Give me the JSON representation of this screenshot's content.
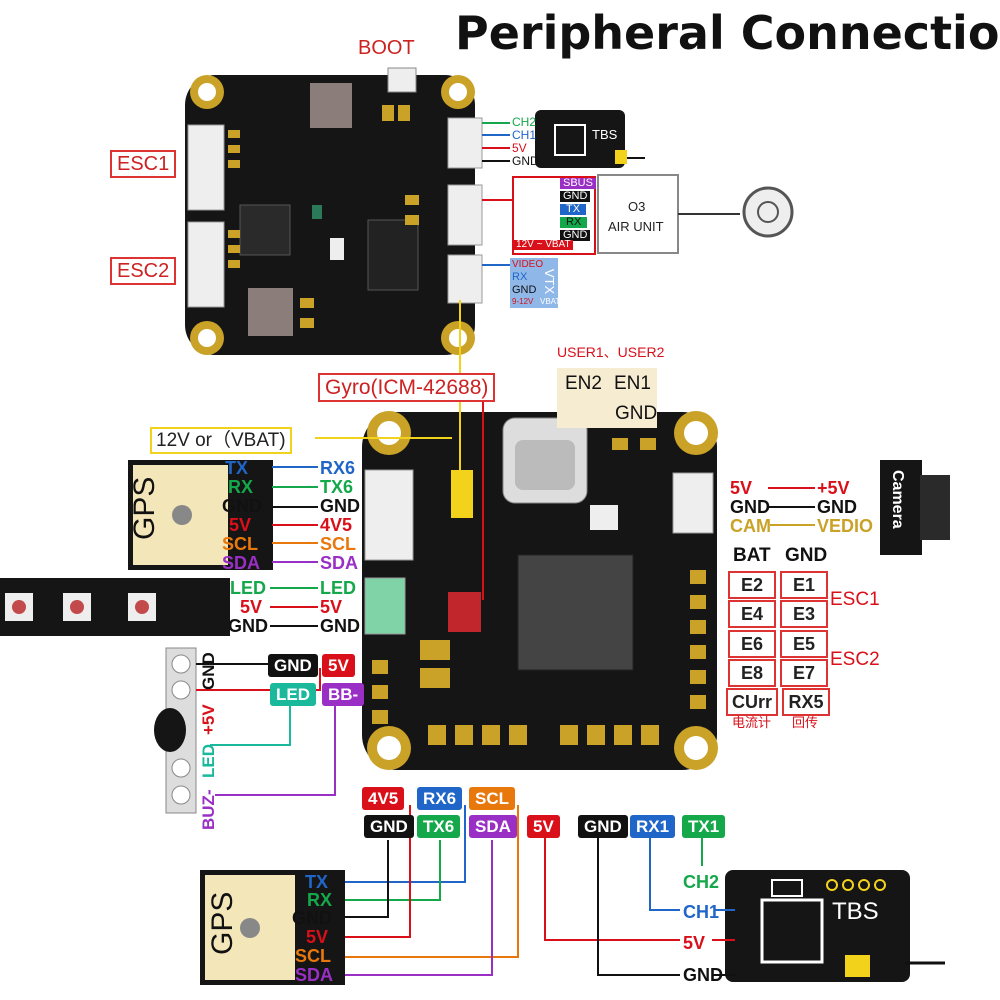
{
  "title": "Peripheral Connection",
  "labels": {
    "boot": "BOOT",
    "esc1": "ESC1",
    "esc2": "ESC2",
    "gyro": "Gyro(ICM-42688)",
    "vbat": "12V or（VBAT)",
    "users": "USER1、USER2",
    "en2": "EN2",
    "en1": "EN1",
    "gnd_top": "GND",
    "camera": "Camera",
    "o3": "O3",
    "air_unit": "AIR UNIT",
    "tbs": "TBS",
    "bat": "BAT",
    "gnd_bat": "GND",
    "esc1_right": "ESC1",
    "esc2_right": "ESC2",
    "e2": "E2",
    "e1": "E1",
    "e4": "E4",
    "e3": "E3",
    "e6": "E6",
    "e5": "E5",
    "e8": "E8",
    "e7": "E7",
    "curr": "CUrr",
    "rx5": "RX5",
    "curr_cn": "电流计",
    "rx5_cn": "回传",
    "gps": "GPS"
  },
  "top_receiver_pins": [
    "CH2",
    "CH1",
    "5V",
    "GND"
  ],
  "o3_pins": [
    "SBUS",
    "GND",
    "TX",
    "RX",
    "GND",
    "12V ~ VBAT"
  ],
  "vtx_pins": [
    "VIDEO",
    "RX",
    "GND",
    "9-12V"
  ],
  "vtx_label": "VTX",
  "vbat_small": "VBAT",
  "camera_pins": {
    "left": [
      "5V",
      "GND",
      "CAM"
    ],
    "right": [
      "+5V",
      "GND",
      "VEDIO"
    ]
  },
  "gps_top": {
    "pins": [
      "TX",
      "RX",
      "GND",
      "5V",
      "SCL",
      "SDA"
    ],
    "fc": [
      "RX6",
      "TX6",
      "GND",
      "4V5",
      "SCL",
      "SDA"
    ]
  },
  "led_strip": {
    "left": [
      "LED",
      "5V",
      "GND"
    ],
    "right": [
      "LED",
      "5V",
      "GND"
    ]
  },
  "buzzer": {
    "pins": [
      "GND",
      "+5V",
      "LED",
      "BUZ-"
    ],
    "tags": [
      "GND",
      "5V",
      "LED",
      "BB-"
    ]
  },
  "bottom_tags": [
    "4V5",
    "RX6",
    "SCL",
    "GND",
    "TX6",
    "SDA",
    "5V",
    "GND",
    "RX1",
    "TX1"
  ],
  "gps_bottom_pins": [
    "TX",
    "RX",
    "GND",
    "5V",
    "SCL",
    "SDA"
  ],
  "tbs_bottom_pins": [
    "CH2",
    "CH1",
    "5V",
    "GND"
  ],
  "colors": {
    "red": "#d9101a",
    "black": "#111111",
    "blue": "#1f66c8",
    "green": "#15a84a",
    "orange": "#e8780c",
    "purple": "#9a2fc6",
    "teal": "#1ab99c",
    "yellow": "#f2d21b",
    "board": "#151515",
    "gold": "#c9a227"
  }
}
